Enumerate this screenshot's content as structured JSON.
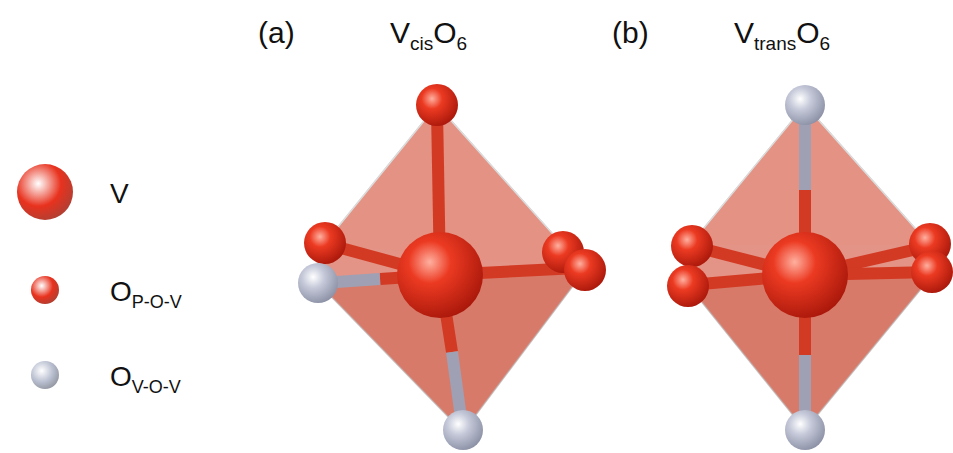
{
  "diagram": {
    "labels": [
      "(a)",
      "V",
      "cis",
      "O",
      "6",
      "(b)",
      "V",
      "trans",
      "O",
      "6",
      "P-O-V",
      "V-O-V"
    ],
    "legend": [
      {
        "text": "V",
        "color": "#e8321e"
      },
      {
        "text": "O",
        "color": "#e8321e"
      },
      {
        "text": "O",
        "color": "#b9bfd0"
      }
    ]
  }
}
